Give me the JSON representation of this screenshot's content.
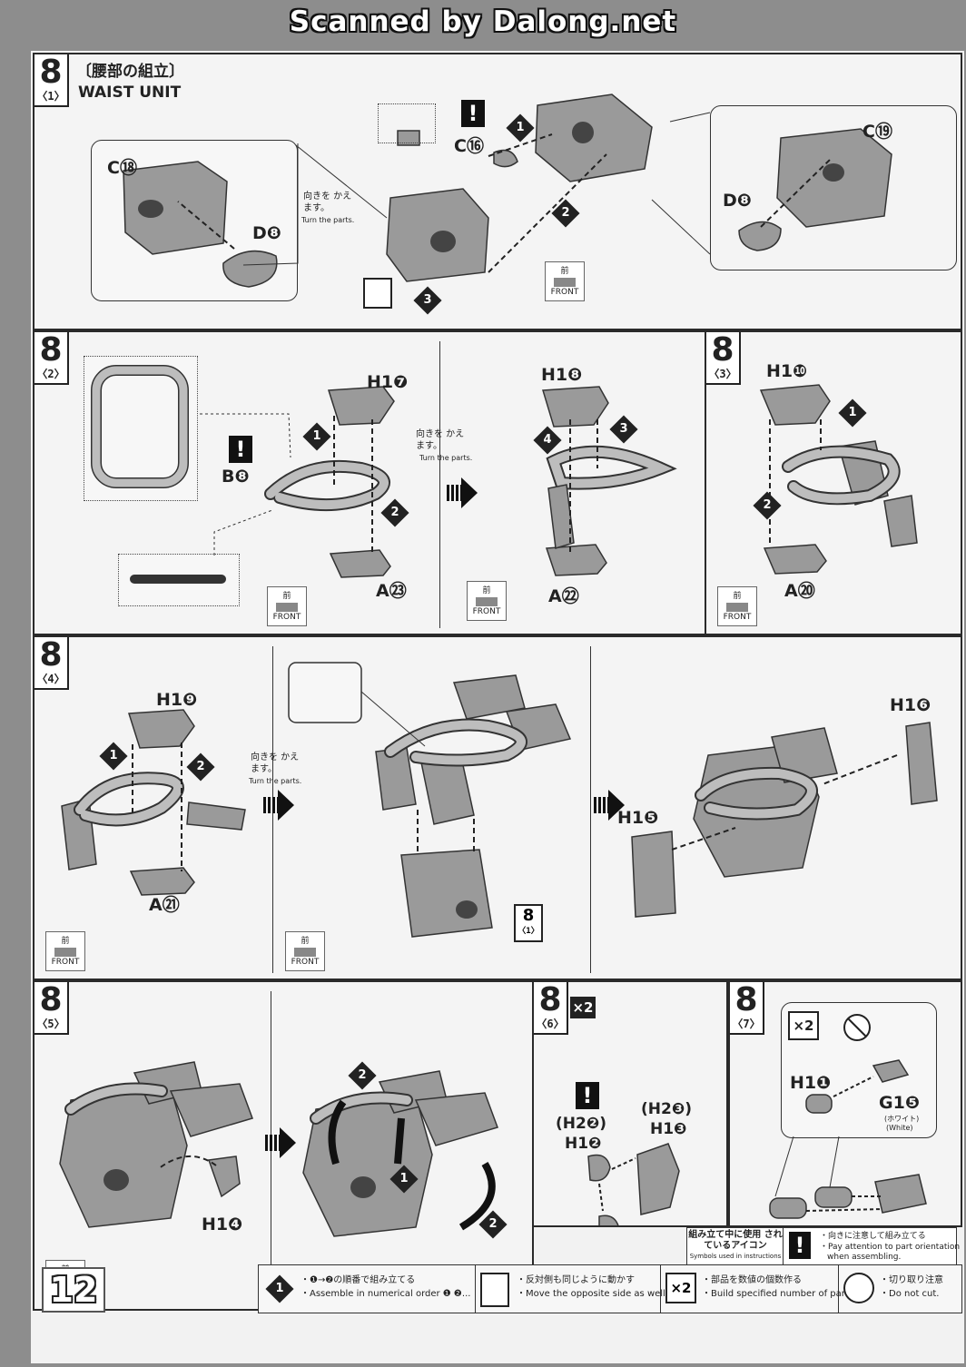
{
  "banner": "Scanned by Dalong.net",
  "page_number": "12",
  "step": "8",
  "section": {
    "title_jp": "〔腰部の組立〕",
    "title_en": "WAIST UNIT"
  },
  "substeps": {
    "s1": "〈1〉",
    "s2": "〈2〉",
    "s3": "〈3〉",
    "s4": "〈4〉",
    "s5": "〈5〉",
    "s6": "〈6〉",
    "s7": "〈7〉"
  },
  "common": {
    "turn_jp": "向きを かえます。",
    "turn_en": "Turn the parts.",
    "front_jp": "前",
    "front_en": "FRONT",
    "x2": "×2",
    "exclaim": "!"
  },
  "panel1": {
    "c18": "C⑱",
    "d8": "D❽",
    "c16": "C⑯",
    "c19": "C⑲",
    "d8b": "D❽",
    "n1": "1",
    "n2": "2",
    "n3": "3"
  },
  "panel2": {
    "h17": "H1❼",
    "b8": "B❽",
    "a23": "A㉓",
    "h18": "H1❽",
    "a22": "A㉒",
    "n1": "1",
    "n2": "2",
    "n3": "3",
    "n4": "4"
  },
  "panel3": {
    "h110": "H1❿",
    "a20": "A⑳",
    "n1": "1",
    "n2": "2"
  },
  "panel4": {
    "h19": "H1❾",
    "a21": "A㉑",
    "ref8": "8",
    "ref1": "〈1〉",
    "h16": "H1❻",
    "h15": "H1❺",
    "n1": "1",
    "n2": "2"
  },
  "panel5": {
    "h14": "H1❹",
    "n1": "1",
    "n2": "2"
  },
  "panel6": {
    "h22": "(H2❷)",
    "h12": "H1❷",
    "h23": "(H2❸)",
    "h13": "H1❸"
  },
  "panel7": {
    "h11": "H1❶",
    "g15": "G1❺",
    "white_jp": "(ホワイト)",
    "white_en": "(White)"
  },
  "symbols": {
    "head_jp": "組み立て中に使用 されているアイコン",
    "head_en": "Symbols used in instructions",
    "warn_jp": "・向きに注意して組み立てる",
    "warn_en1": "・Pay attention to part orientation",
    "warn_en2": "when assembling."
  },
  "legend": [
    {
      "jp": "・❶→❷の順番で組み立てる",
      "en": "・Assemble in numerical order ❶ ❷..."
    },
    {
      "jp": "・反対側も同じように動かす",
      "en": "・Move the opposite side as well."
    },
    {
      "jp": "・部品を数値の個数作る",
      "en": "・Build specified number of parts."
    },
    {
      "jp": "・切り取り注意",
      "en": "・Do not cut."
    }
  ]
}
